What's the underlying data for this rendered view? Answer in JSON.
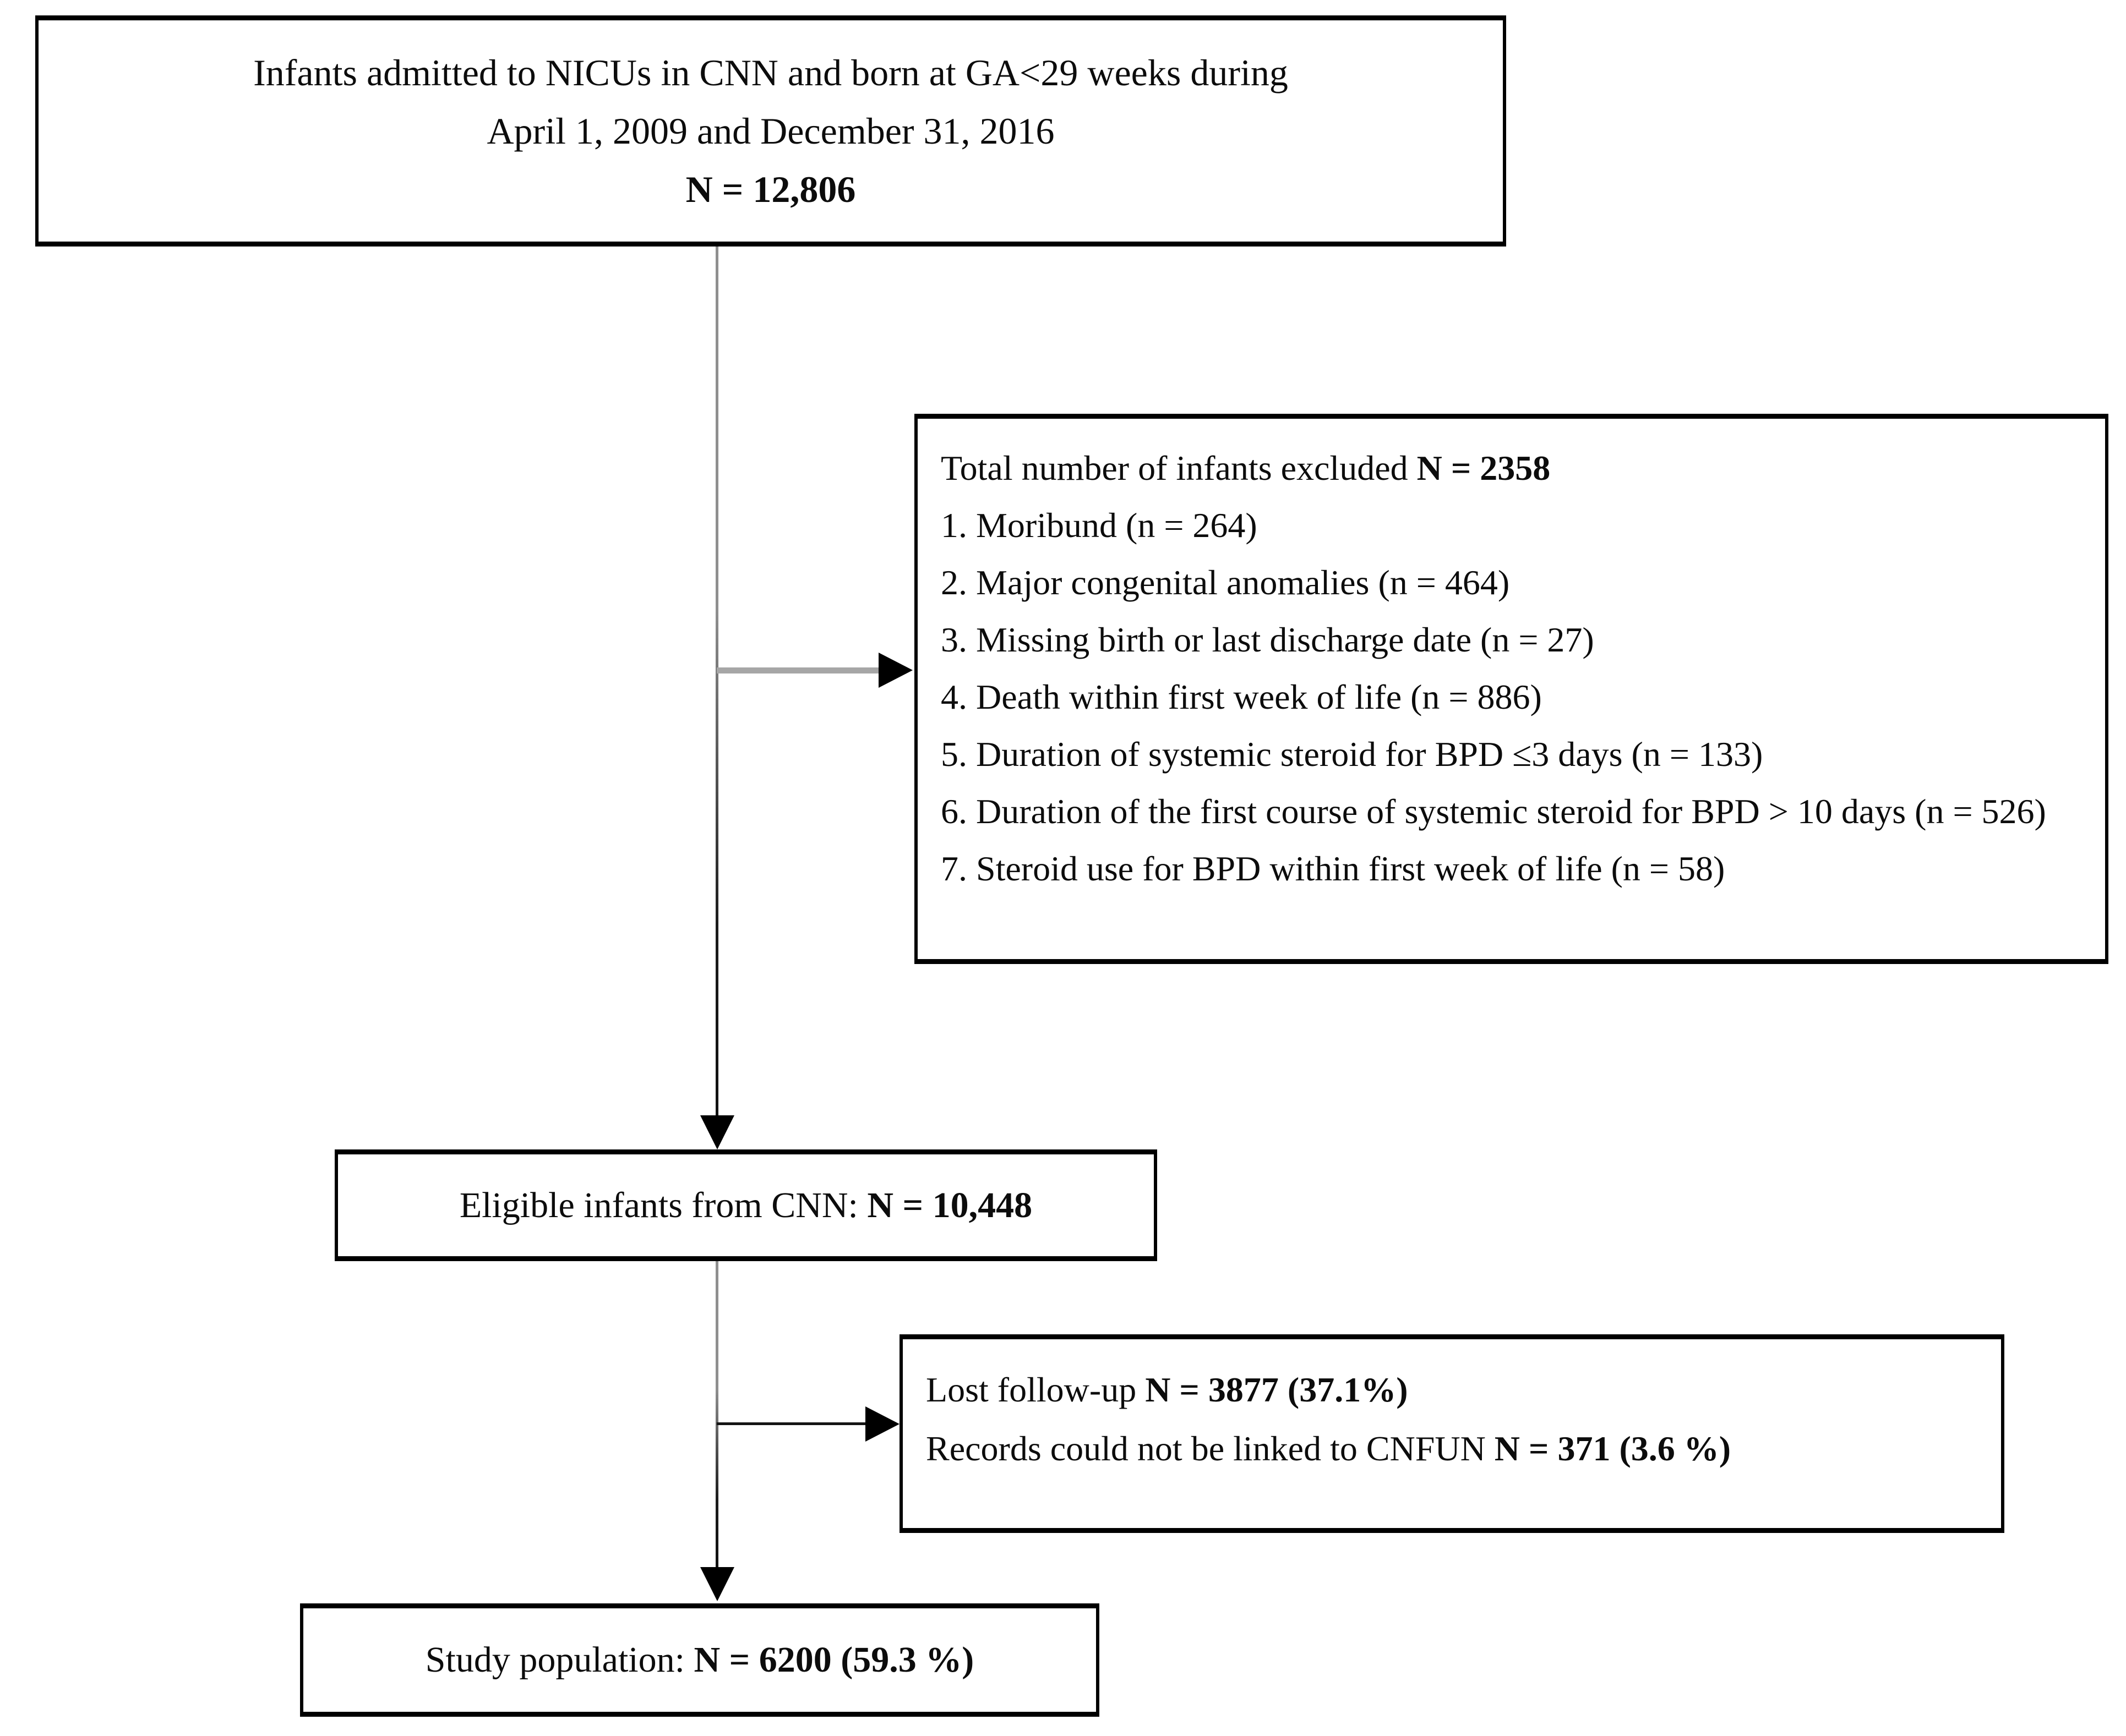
{
  "diagram": {
    "top_box": {
      "line1": "Infants admitted to NICUs in CNN and born at GA<29 weeks during",
      "line2": "April 1, 2009 and December 31, 2016",
      "n": "N = 12,806"
    },
    "exclusion_box": {
      "title_prefix": "Total number of infants excluded ",
      "title_n": "N = 2358",
      "items": [
        "1. Moribund (n = 264)",
        "2. Major congenital anomalies (n = 464)",
        "3. Missing birth or last discharge date (n = 27)",
        "4. Death within first week of life (n = 886)",
        "5. Duration of systemic steroid for BPD ≤3 days (n = 133)",
        "6. Duration of the first course of systemic steroid for BPD > 10 days (n = 526)",
        "7. Steroid use for BPD within first week of life (n = 58)"
      ]
    },
    "eligible_box": {
      "prefix": "Eligible infants from CNN: ",
      "n": "N = 10,448"
    },
    "lost_box": {
      "line1_prefix": "Lost follow-up ",
      "line1_n": "N = 3877 (37.1%)",
      "line2_prefix": "Records could not be linked to CNFUN ",
      "line2_n": "N = 371 (3.6 %)"
    },
    "study_box": {
      "prefix": "Study population: ",
      "n": "N = 6200 (59.3 %)"
    }
  },
  "colors": {
    "background": "#ffffff",
    "box_border": "#000000",
    "text": "#0c0c0c",
    "connector_gray": "#a6a6a6",
    "connector_dark": "#141414",
    "arrowhead": "#000000"
  }
}
